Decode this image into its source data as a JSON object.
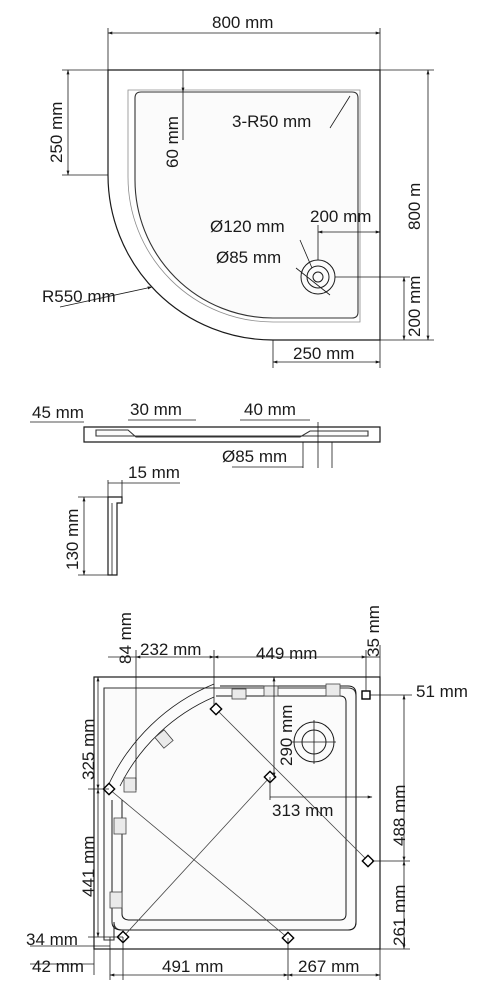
{
  "top_view": {
    "width": "800 mm",
    "height": "800 m",
    "left_straight": "250 mm",
    "border": "60 mm",
    "corner_radius": "3-R50 mm",
    "drain_outer": "Ø120 mm",
    "drain_inner": "Ø85 mm",
    "drain_from_right": "200 mm",
    "drain_from_bottom": "200 mm",
    "bottom_straight": "250 mm",
    "arc_radius": "R550 mm"
  },
  "side_view": {
    "height": "45 mm",
    "rim": "30 mm",
    "slope": "40 mm",
    "drain": "Ø85 mm"
  },
  "profile": {
    "thickness": "15 mm",
    "depth": "130 mm"
  },
  "bottom_view": {
    "d84": "84 mm",
    "d232": "232 mm",
    "d449": "449 mm",
    "d35": "35 mm",
    "d51": "51 mm",
    "d325": "325 mm",
    "d290": "290 mm",
    "d488": "488 mm",
    "d313": "313 mm",
    "d441": "441 mm",
    "d261": "261 mm",
    "d34": "34 mm",
    "d42": "42 mm",
    "d491": "491 mm",
    "d267": "267 mm"
  }
}
